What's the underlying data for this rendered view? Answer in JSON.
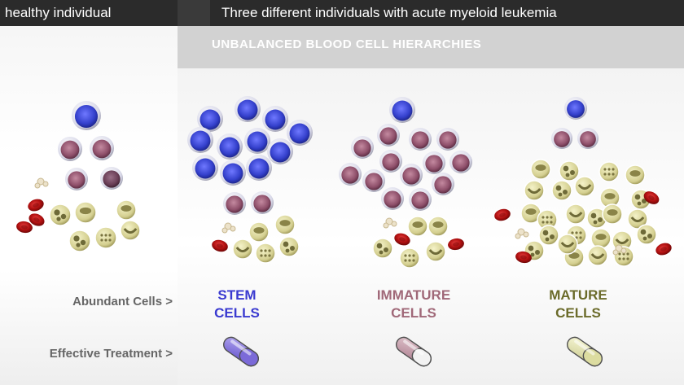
{
  "header": {
    "left_label": "healthy individual",
    "right_label": "Three different individuals with acute myeloid leukemia"
  },
  "banner": {
    "title": "UNBALANCED BLOOD CELL HIERARCHIES"
  },
  "rows": {
    "abundant": "Abundant Cells >",
    "treatment": "Effective Treatment >"
  },
  "columns": [
    {
      "line1": "STEM",
      "line2": "CELLS",
      "color": "#3a3ad0",
      "pill_color": "#7b6ad8"
    },
    {
      "line1": "IMMATURE",
      "line2": "CELLS",
      "color": "#a06878",
      "pill_color": "#c49aa8"
    },
    {
      "line1": "MATURE",
      "line2": "CELLS",
      "color": "#6b6b2a",
      "pill_color": "#dcdca0"
    }
  ],
  "colors": {
    "stem_cell": "#3b46d6",
    "immature_cell": "#9c5c78",
    "mature_cell": "#d6d29a",
    "red_cell": "#c01414",
    "platelet": "#e8dcc4"
  },
  "icons": [
    "stem-cell-icon",
    "immature-cell-icon",
    "mature-cell-icon",
    "red-blood-cell-icon",
    "platelet-icon",
    "capsule-icon"
  ]
}
